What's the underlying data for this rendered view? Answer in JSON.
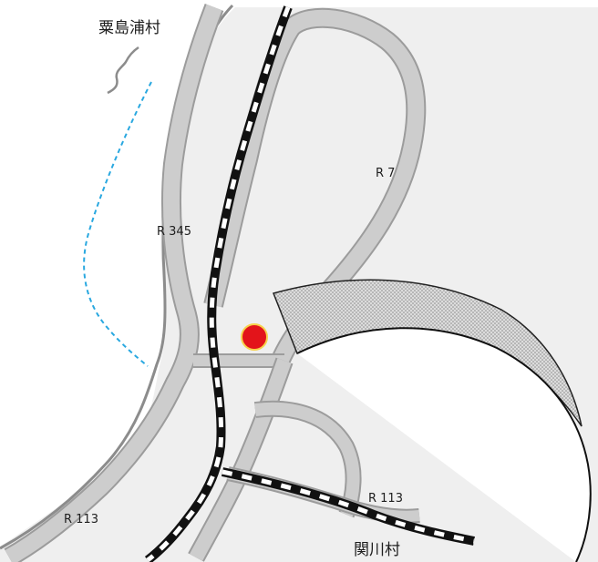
{
  "place_labels": {
    "awashimaura": "粟島浦村",
    "sekikawa": "関川村"
  },
  "road_labels": {
    "r7": "R 7",
    "r345": "R 345",
    "r113_west": "R 113",
    "r113_east": "R 113"
  },
  "colors": {
    "background": "#ffffff",
    "land": "#efefef",
    "road": "#cdcdcd",
    "road_casing": "#9c9c9c",
    "railway": "#111111",
    "coast": "#8c8c8c",
    "dashed_boundary": "#29a8e0",
    "marker": "#e3141a",
    "marker_outline": "#f7d24a"
  },
  "icons": {
    "location_marker": "red-dot-icon",
    "railway": "railway-line-icon"
  }
}
